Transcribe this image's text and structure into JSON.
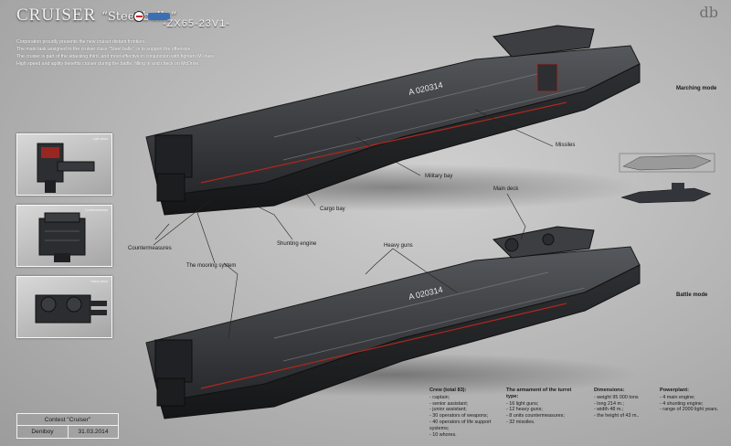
{
  "header": {
    "title": "CRUISER",
    "subtitle": "“Steel balls”",
    "model_code": "-ZX65-23V1-",
    "signature": "db"
  },
  "description": [
    "Corporation proudly presents the new cruiser distant frontiers.",
    "The main task assigned to the cruiser class \"Steel balls\", is to support the offensive.",
    "The cruiser is part of the attacking third, and most effective in conjunction with fighters M-class.",
    "High speed and agility benefits cruiser during the battle, filling in and check on McDrive."
  ],
  "modes": {
    "marching": "Marching mode",
    "battle": "Battle mode"
  },
  "hull_marking": "A 020314",
  "callouts": {
    "missiles": "Missiles",
    "military_bay": "Military bay",
    "main_deck": "Main deck",
    "cargo_bay": "Cargo bay",
    "countermeasures": "Countermeasures",
    "shunting_engine": "Shunting engine",
    "heavy_guns": "Heavy guns",
    "mooring_system": "The mooring system"
  },
  "thumbnails": [
    {
      "label": "Light canon"
    },
    {
      "label": "Countermeasures"
    },
    {
      "label": "Heavy canon"
    }
  ],
  "specs": {
    "crew": {
      "title": "Crew (total 83):",
      "items": [
        "- captain;",
        "- senior assistant;",
        "- junior assistant;",
        "- 30 operators of weapons;",
        "- 40 operators of life support systems;",
        "- 10 whores."
      ]
    },
    "armament": {
      "title": "The armament of the turret type:",
      "items": [
        "- 16 light guns;",
        "- 12 heavy guns;",
        "- 8 units countermeasures;",
        "- 32 missiles."
      ]
    },
    "dimensions": {
      "title": "Dimensions:",
      "items": [
        "- weight 95 000 tons",
        "- long 214 m.;",
        "- width 48 m.;",
        "- the height of 43 m.."
      ]
    },
    "powerplant": {
      "title": "Powerplant:",
      "items": [
        "- 4 main engine;",
        "- 4 shunting engine;",
        "- range of 2000 light years."
      ]
    }
  },
  "contest": {
    "title": "Contest \"Cruiser\"",
    "author": "Deniboy",
    "date": "31.03.2014"
  },
  "colors": {
    "hull_dark": "#2a2b2e",
    "hull_mid": "#3d3f43",
    "accent_red": "#b3261e",
    "background": "#bdbdbd"
  }
}
